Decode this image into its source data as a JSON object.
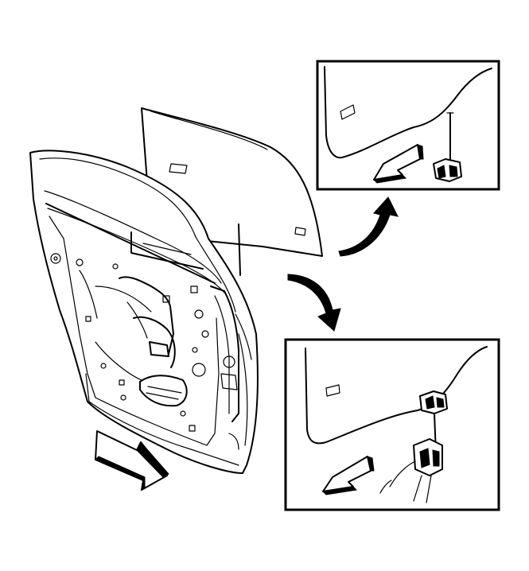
{
  "diagram": {
    "kind": "service-illustration",
    "subject": "rear-door-window-glass-removal",
    "components": {
      "door": "door-frame-and-inner-panel",
      "glass": "window-glass",
      "regulator": "window-regulator",
      "detail_top": "glass-upper-edge-detail",
      "detail_bottom": "glass-regulator-clip-detail"
    },
    "arrows": {
      "direction_arrow": "outline-arrow",
      "callout_upper": "curved-callout-arrow",
      "callout_lower": "curved-callout-arrow"
    },
    "colors": {
      "line": "#000000",
      "background": "#ffffff"
    }
  }
}
